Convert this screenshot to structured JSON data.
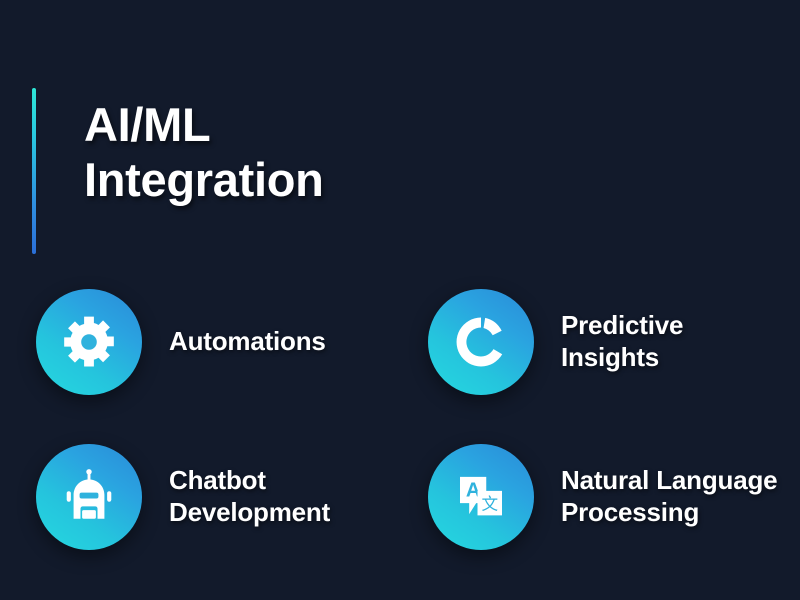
{
  "slide": {
    "background_color": "#121a2b",
    "accent_bar": {
      "name": "accent-bar",
      "gradient_from": "#2ee6d6",
      "gradient_to": "#2b6fd8"
    },
    "title": {
      "line1": "AI/ML",
      "line2": "Integration",
      "color": "#ffffff"
    }
  },
  "features": [
    {
      "icon": "gear-icon",
      "label_lines": [
        "Automations"
      ],
      "circle_gradient_from": "#2b8ad8",
      "circle_gradient_to": "#25d9e0"
    },
    {
      "icon": "donut-chart-icon",
      "label_lines": [
        "Predictive",
        "Insights"
      ],
      "circle_gradient_from": "#2b8ad8",
      "circle_gradient_to": "#25d9e0"
    },
    {
      "icon": "robot-icon",
      "label_lines": [
        "Chatbot",
        "Development"
      ],
      "circle_gradient_from": "#2b8ad8",
      "circle_gradient_to": "#25d9e0"
    },
    {
      "icon": "translate-icon",
      "label_lines": [
        "Natural Language",
        "Processing"
      ],
      "circle_gradient_from": "#2b8ad8",
      "circle_gradient_to": "#25d9e0"
    }
  ]
}
